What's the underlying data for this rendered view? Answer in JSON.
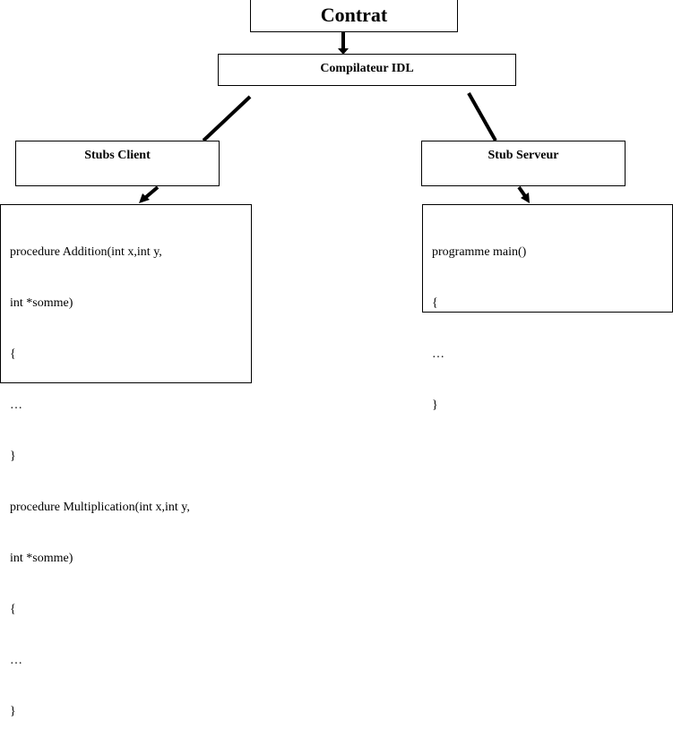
{
  "nodes": {
    "contract": "Contrat",
    "compiler": "Compilateur IDL",
    "client_stub": "Stubs Client",
    "server_stub": "Stub Serveur"
  },
  "client_code": {
    "lines": [
      "procedure Addition(int x,int y,",
      "int *somme)",
      "{",
      "…",
      "}",
      "procedure Multiplication(int x,int y,",
      "int *somme)",
      "{",
      "…",
      "}"
    ]
  },
  "server_code": {
    "lines": [
      "programme main()",
      "{",
      "…",
      "}"
    ]
  },
  "colors": {
    "stroke": "#000000",
    "background": "#ffffff"
  }
}
